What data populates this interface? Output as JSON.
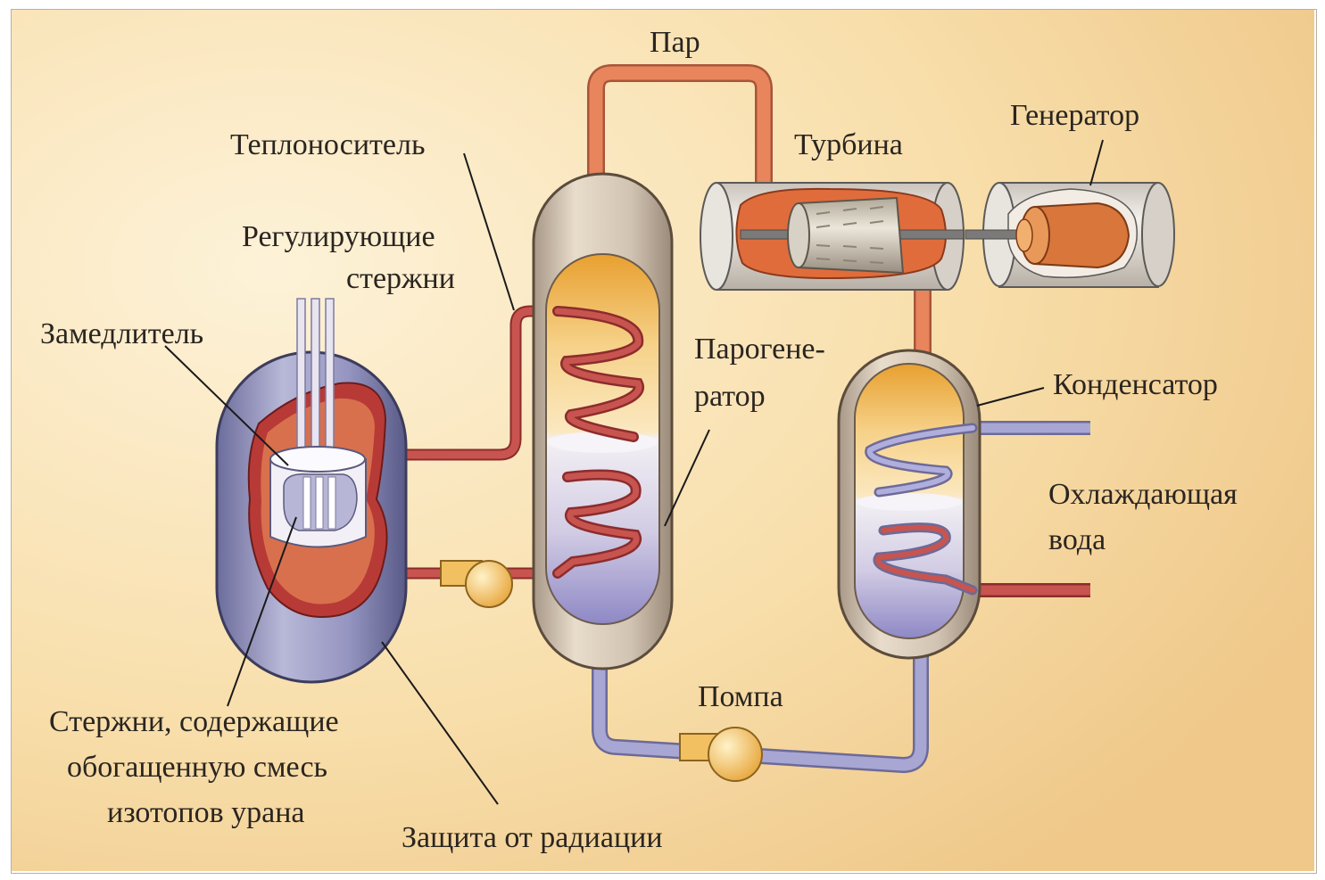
{
  "labels": {
    "steam": "Пар",
    "coolant": "Теплоноситель",
    "control_rods_line1": "Регулирующие",
    "control_rods_line2": "стержни",
    "moderator": "Замедлитель",
    "turbine": "Турбина",
    "generator": "Генератор",
    "steam_generator_line1": "Парогене-",
    "steam_generator_line2": "ратор",
    "condenser": "Конденсатор",
    "cooling_water_line1": "Охлаждающая",
    "cooling_water_line2": "вода",
    "pump": "Помпа",
    "fuel_rods_line1": "Стержни, содержащие",
    "fuel_rods_line2": "обогащенную смесь",
    "fuel_rods_line3": "изотопов урана",
    "radiation_shield": "Защита от радиации"
  },
  "colors": {
    "background_light": "#fbeccd",
    "background_dark": "#f0c98a",
    "hot_pipe": "#c84a48",
    "steam_pipe": "#e8825a",
    "cold_pipe": "#9a98c8",
    "shell": "#c8b8a8",
    "reactor_shell": "#8c8cb8",
    "pump": "#f2c060",
    "hot_fill": "#f0b040",
    "cold_fill": "#9c98d0"
  }
}
